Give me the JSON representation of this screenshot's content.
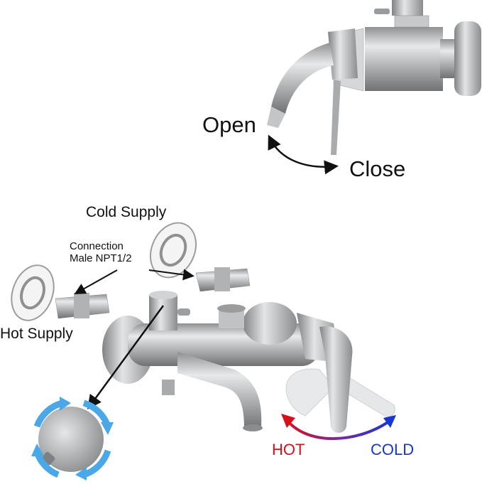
{
  "top_valve": {
    "open_label": "Open",
    "close_label": "Close"
  },
  "mixer": {
    "cold_supply_label": "Cold Supply",
    "hot_supply_label": "Hot Supply",
    "connection_line1": "Connection",
    "connection_line2": "Male NPT1/2",
    "hot_label": "HOT",
    "cold_label": "COLD"
  },
  "colors": {
    "hot": "#d8101c",
    "cold": "#1636d6",
    "steel": "#b9bbbd",
    "rotate_arrows": "#4aa8e8"
  }
}
